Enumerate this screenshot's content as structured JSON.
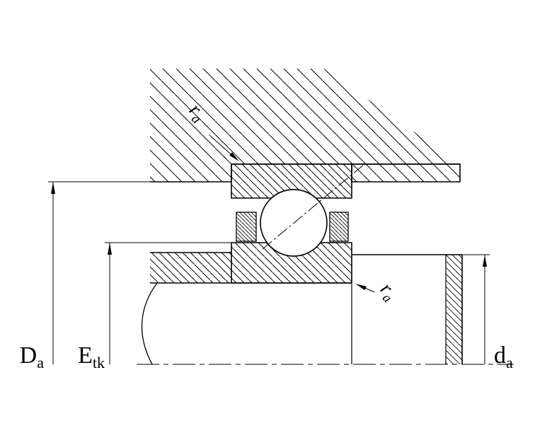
{
  "diagram": {
    "kind": "bearing mounting cross-section with abutment dimensions",
    "colors": {
      "line": "#000000",
      "background": "#ffffff"
    }
  },
  "labels": {
    "Da": {
      "main": "D",
      "sub": "a"
    },
    "Etk": {
      "main": "E",
      "sub": "tk"
    },
    "da": {
      "main": "d",
      "sub": "a"
    },
    "ra_top": {
      "main": "r",
      "sub": "a"
    },
    "ra_bottom": {
      "main": "r",
      "sub": "a"
    }
  }
}
